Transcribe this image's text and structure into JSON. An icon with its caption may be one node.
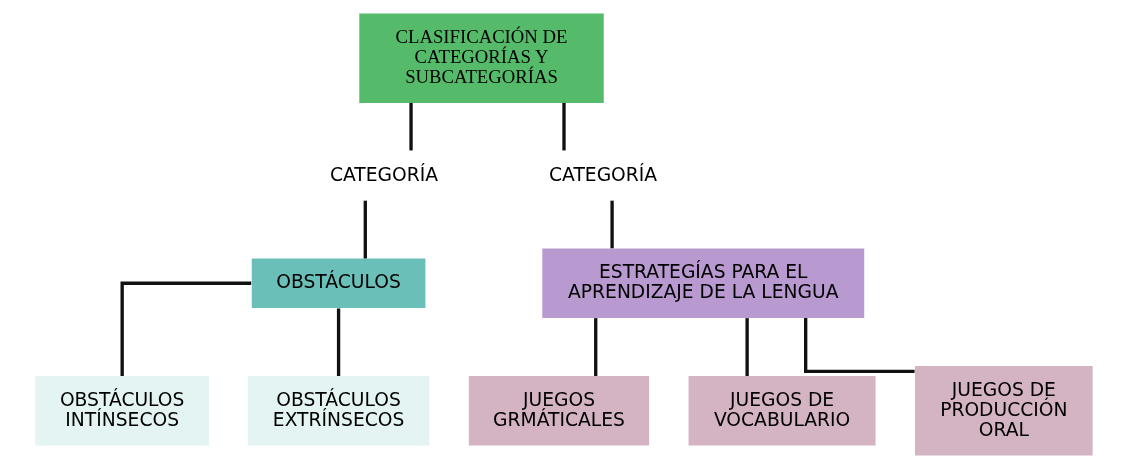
{
  "diagram": {
    "nodes": [
      {
        "text": [
          "CLASIFICACIÓN DE CATEGORÍAS Y SUBCATEGORÍAS"
        ]
      },
      {
        "text": [
          "CATEGORÍA"
        ]
      },
      {
        "text": [
          "CATEGORÍA"
        ]
      },
      {
        "text": [
          "OBSTÁCULOS"
        ]
      },
      {
        "text": [
          "OBSTÁCULOS INTÍNSECOS"
        ]
      },
      {
        "text": [
          "OBSTÁCULOS EXTRÍNSECOS"
        ]
      },
      {
        "text": [
          "ESTRATEGÍAS PARA EL APRENDIZAJE DE LA LENGUA"
        ]
      },
      {
        "text": [
          "JUEGOS GRMÁTICALES"
        ]
      },
      {
        "text": [
          "JUEGOS DE VOCABULARIO"
        ]
      },
      {
        "text": [
          "JUEGOS DE PRODUCCIÓN ORAL"
        ]
      }
    ],
    "edges": [
      {
        "from": 0,
        "to": 1,
        "arrow": "none"
      },
      {
        "from": 0,
        "to": 2,
        "arrow": "none"
      },
      {
        "from": 1,
        "to": 3,
        "arrow": "none"
      },
      {
        "from": 3,
        "to": 4,
        "arrow": "none"
      },
      {
        "from": 3,
        "to": 5,
        "arrow": "none"
      },
      {
        "from": 2,
        "to": 6,
        "arrow": "none"
      },
      {
        "from": 6,
        "to": 7,
        "arrow": "none"
      },
      {
        "from": 6,
        "to": 8,
        "arrow": "none"
      },
      {
        "from": 6,
        "to": 9,
        "arrow": "none"
      }
    ]
  }
}
